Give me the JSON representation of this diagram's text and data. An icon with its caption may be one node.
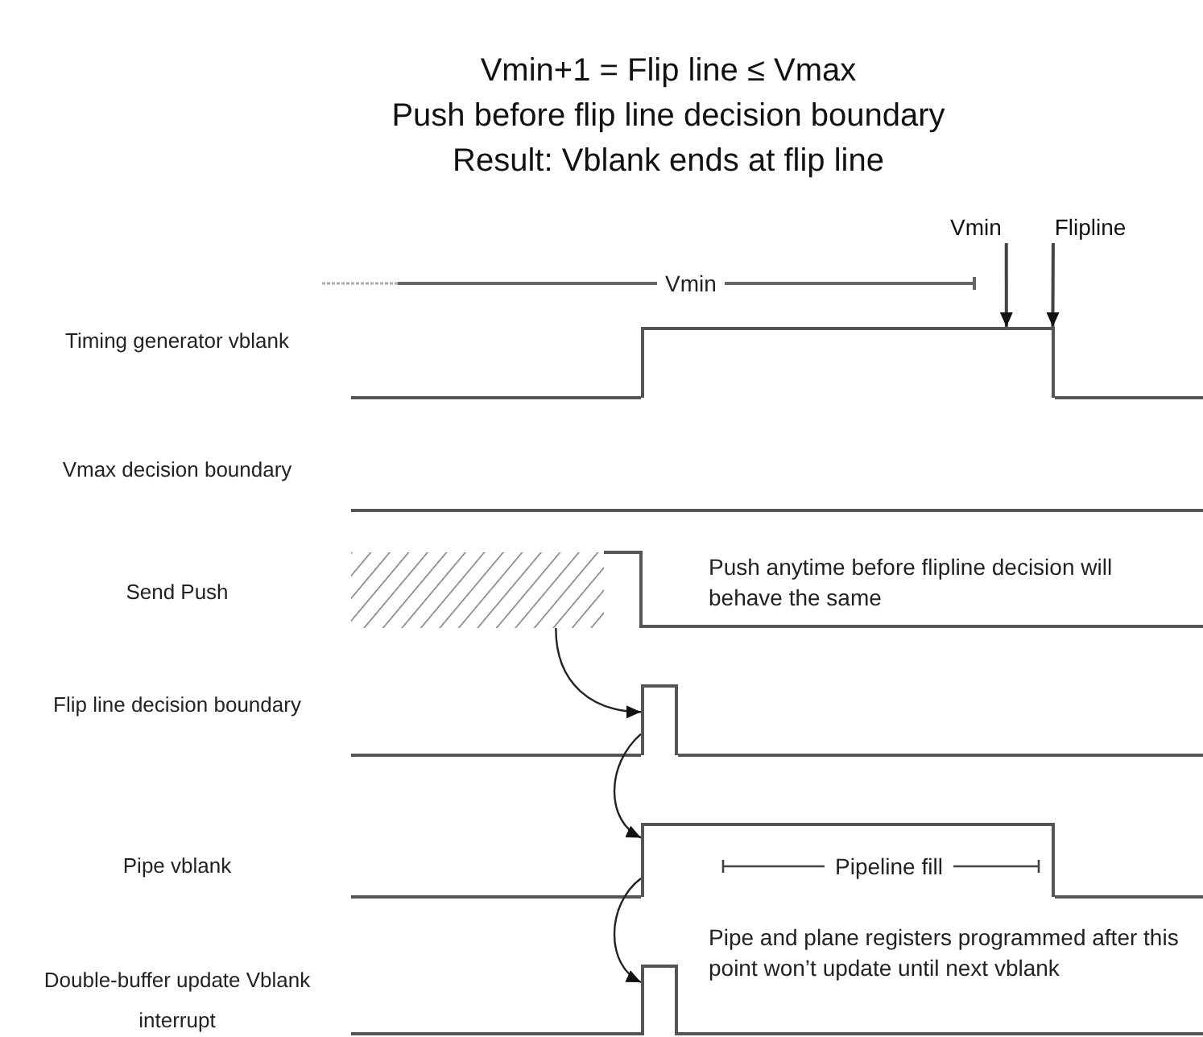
{
  "diagram": {
    "title": "Vmin+1 = Flip line ≤ Vmax",
    "nodes": [
      {
        "text": [
          "Vmin"
        ]
      },
      {
        "text": [
          "Flipline"
        ]
      },
      {
        "text": [],
        "shape": "pulse"
      },
      {
        "text": [],
        "shape": "box"
      },
      {
        "text": [],
        "shape": "pulse"
      },
      {
        "text": [],
        "shape": "pulse"
      },
      {
        "text": [],
        "shape": "pulse"
      }
    ],
    "edges": [
      {
        "from": 0,
        "to": 2,
        "arrow": "to"
      },
      {
        "from": 1,
        "to": 2,
        "arrow": "to"
      },
      {
        "from": 3,
        "to": 4,
        "arrow": "to"
      },
      {
        "from": 4,
        "to": 5,
        "arrow": "to"
      },
      {
        "from": 5,
        "to": 6,
        "arrow": "to"
      }
    ],
    "labels": [
      "Push before flip line decision boundary",
      "Result: Vblank ends at flip line",
      "Vmin",
      "Timing generator vblank",
      "Vmax decision boundary",
      "Send Push",
      "Push anytime before flipline decision will behave the same",
      "Flip line decision boundary",
      "Pipe vblank",
      "Pipeline fill",
      "Double-buffer update Vblank interrupt",
      "Pipe and plane registers programmed after this point won’t update until next vblank"
    ]
  }
}
